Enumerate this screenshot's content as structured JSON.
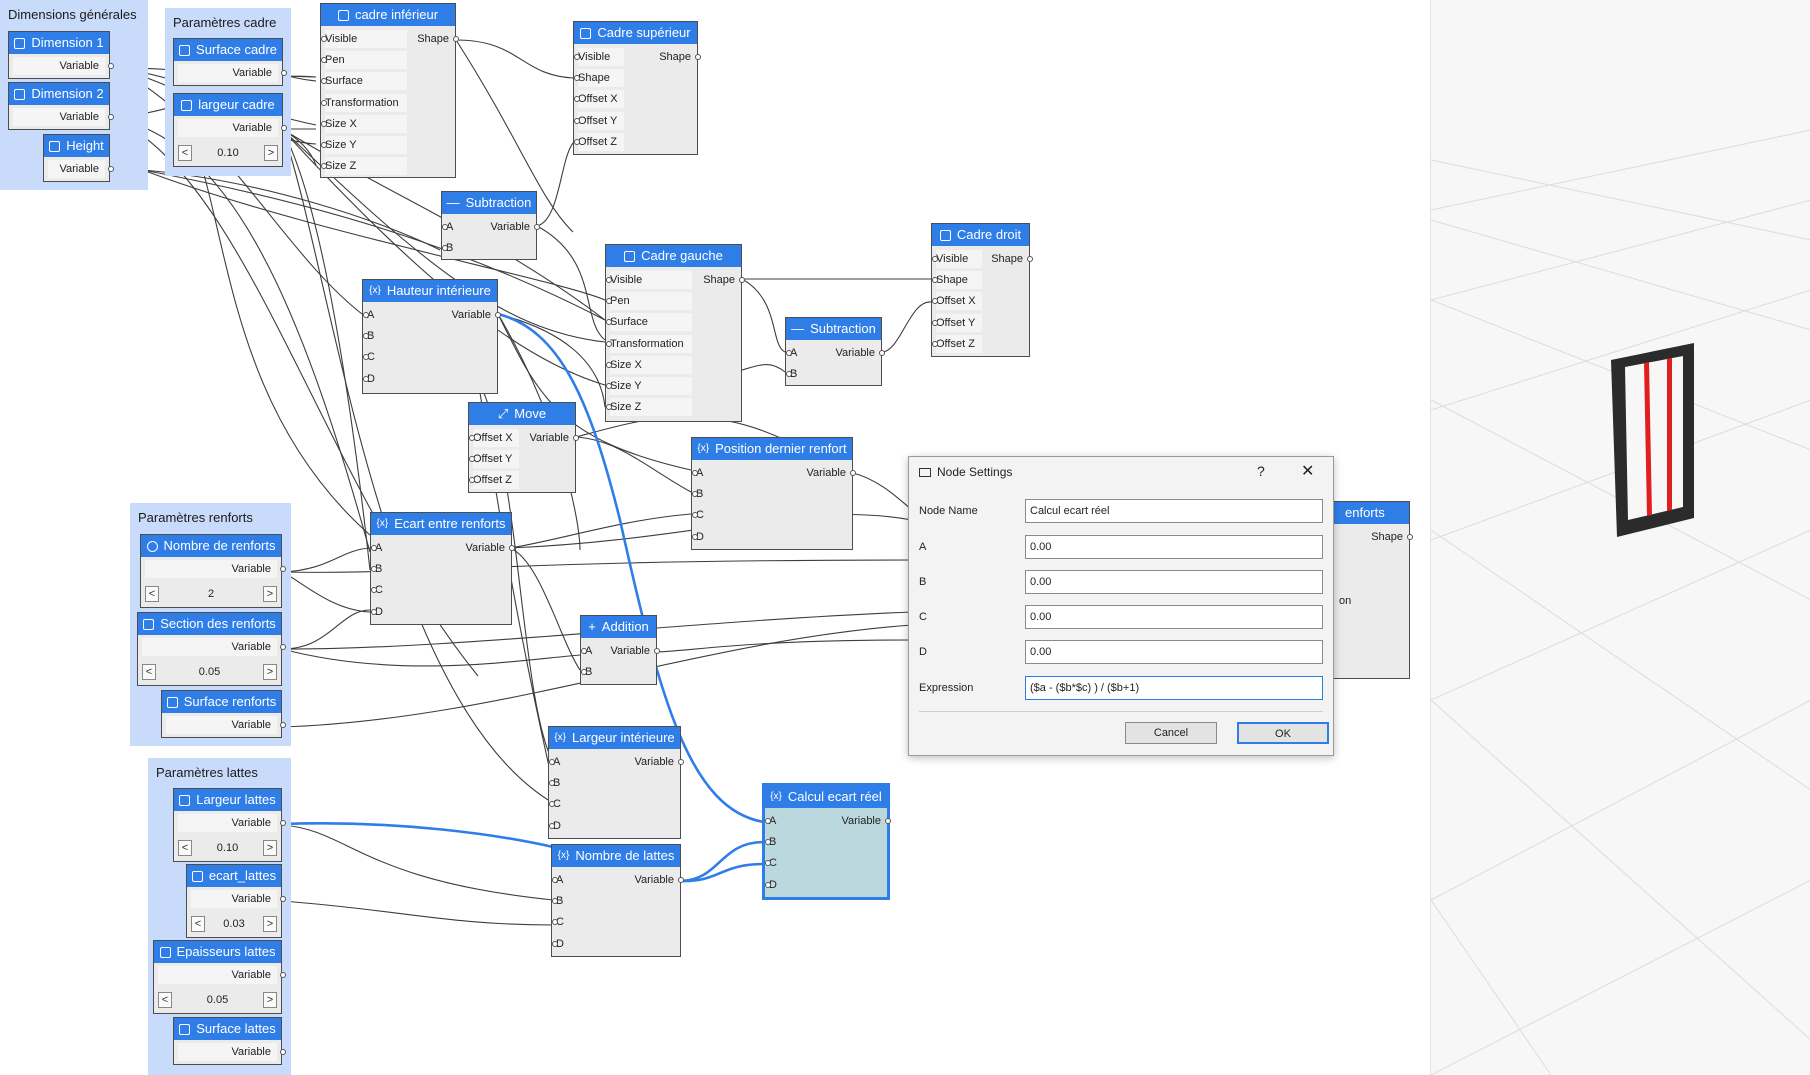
{
  "groups": {
    "dimensions": "Dimensions générales",
    "cadre": "Paramètres cadre",
    "renforts": "Paramètres renforts",
    "lattes": "Paramètres lattes"
  },
  "params": {
    "dim1": {
      "title": "Dimension 1",
      "out": "Variable"
    },
    "dim2": {
      "title": "Dimension 2",
      "out": "Variable"
    },
    "height": {
      "title": "Height",
      "out": "Variable"
    },
    "surface_cadre": {
      "title": "Surface cadre",
      "out": "Variable"
    },
    "largeur_cadre": {
      "title": "largeur cadre",
      "out": "Variable",
      "value": "0.10"
    },
    "nb_renforts": {
      "title": "Nombre de renforts",
      "out": "Variable",
      "value": "2"
    },
    "section_renforts": {
      "title": "Section des renforts",
      "out": "Variable",
      "value": "0.05"
    },
    "surface_renforts": {
      "title": "Surface renforts",
      "out": "Variable"
    },
    "largeur_lattes": {
      "title": "Largeur lattes",
      "out": "Variable",
      "value": "0.10"
    },
    "ecart_lattes": {
      "title": "ecart_lattes",
      "out": "Variable",
      "value": "0.03"
    },
    "epaisseurs_lattes": {
      "title": "Epaisseurs lattes",
      "out": "Variable",
      "value": "0.05"
    },
    "surface_lattes": {
      "title": "Surface lattes",
      "out": "Variable"
    }
  },
  "stepper": {
    "dec": "<",
    "inc": ">"
  },
  "ports": {
    "visible": "Visible",
    "pen": "Pen",
    "surface": "Surface",
    "transformation": "Transformation",
    "sizex": "Size X",
    "sizey": "Size Y",
    "sizez": "Size Z",
    "shape": "Shape",
    "variable": "Variable",
    "shapeIn": "Shape",
    "offx": "Offset X",
    "offy": "Offset Y",
    "offz": "Offset Z",
    "a": "A",
    "b": "B",
    "c": "C",
    "d": "D",
    "partial_on": "on"
  },
  "nodes": {
    "cadre_inf": "cadre inférieur",
    "cadre_sup": "Cadre supérieur",
    "cadre_gauche": "Cadre gauche",
    "cadre_droit": "Cadre droit",
    "sub1": "Subtraction",
    "sub2": "Subtraction",
    "hauteur_int": "Hauteur intérieure",
    "move": "Move",
    "pos_dernier": "Position dernier renfort",
    "ecart_renforts": "Ecart entre renforts",
    "addition": "Addition",
    "largeur_int": "Largeur intérieure",
    "nb_lattes": "Nombre de lattes",
    "calcul": "Calcul ecart réel",
    "renforts_partial": "enforts"
  },
  "dialog": {
    "title": "Node Settings",
    "help": "?",
    "close": "✕",
    "labels": {
      "name": "Node Name",
      "a": "A",
      "b": "B",
      "c": "C",
      "d": "D",
      "expr": "Expression"
    },
    "values": {
      "name": "Calcul ecart réel",
      "a": "0.00",
      "b": "0.00",
      "c": "0.00",
      "d": "0.00",
      "expr": "($a - ($b*$c) ) / ($b+1)"
    },
    "cancel": "Cancel",
    "ok": "OK"
  },
  "colors": {
    "accent": "#2f7ee8",
    "frame": "#2b2b2b",
    "rail": "#e02020"
  }
}
